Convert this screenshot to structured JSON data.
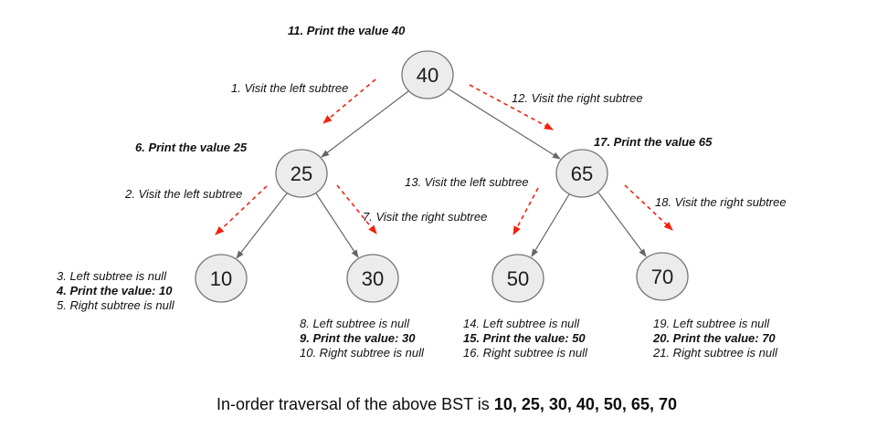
{
  "diagram": {
    "nodes": [
      {
        "id": "root",
        "value": "40"
      },
      {
        "id": "left",
        "value": "25"
      },
      {
        "id": "right",
        "value": "65"
      },
      {
        "id": "left-left",
        "value": "10"
      },
      {
        "id": "left-right",
        "value": "30"
      },
      {
        "id": "right-left",
        "value": "50"
      },
      {
        "id": "right-right",
        "value": "70"
      }
    ],
    "step_labels": {
      "s1": "1. Visit the left subtree",
      "s2": "2. Visit the left subtree",
      "s6": "6. Print the value 25",
      "s7": "7. Visit the right subtree",
      "s11": "11. Print the value 40",
      "s12": "12. Visit the right subtree",
      "s13": "13. Visit the left subtree",
      "s17": "17. Print the value 65",
      "s18": "18. Visit the right subtree"
    },
    "leaf_notes": {
      "n10": [
        "3. Left subtree is null",
        "4. Print the value: 10",
        "5. Right subtree is null"
      ],
      "n30": [
        "8. Left subtree is null",
        "9. Print the value: 30",
        "10. Right subtree is null"
      ],
      "n50": [
        "14. Left subtree is null",
        "15. Print the value: 50",
        "16. Right subtree is null"
      ],
      "n70": [
        "19. Left subtree is null",
        "20. Print the value: 70",
        "21. Right subtree is null"
      ]
    }
  },
  "caption": {
    "prefix": "In-order traversal of the above BST is ",
    "sequence": "10, 25, 30, 40, 50, 65, 70"
  },
  "colors": {
    "traversal_arrow": "#f3220d",
    "tree_edge": "#666666",
    "node_fill": "#ececec",
    "node_stroke": "#757575"
  }
}
